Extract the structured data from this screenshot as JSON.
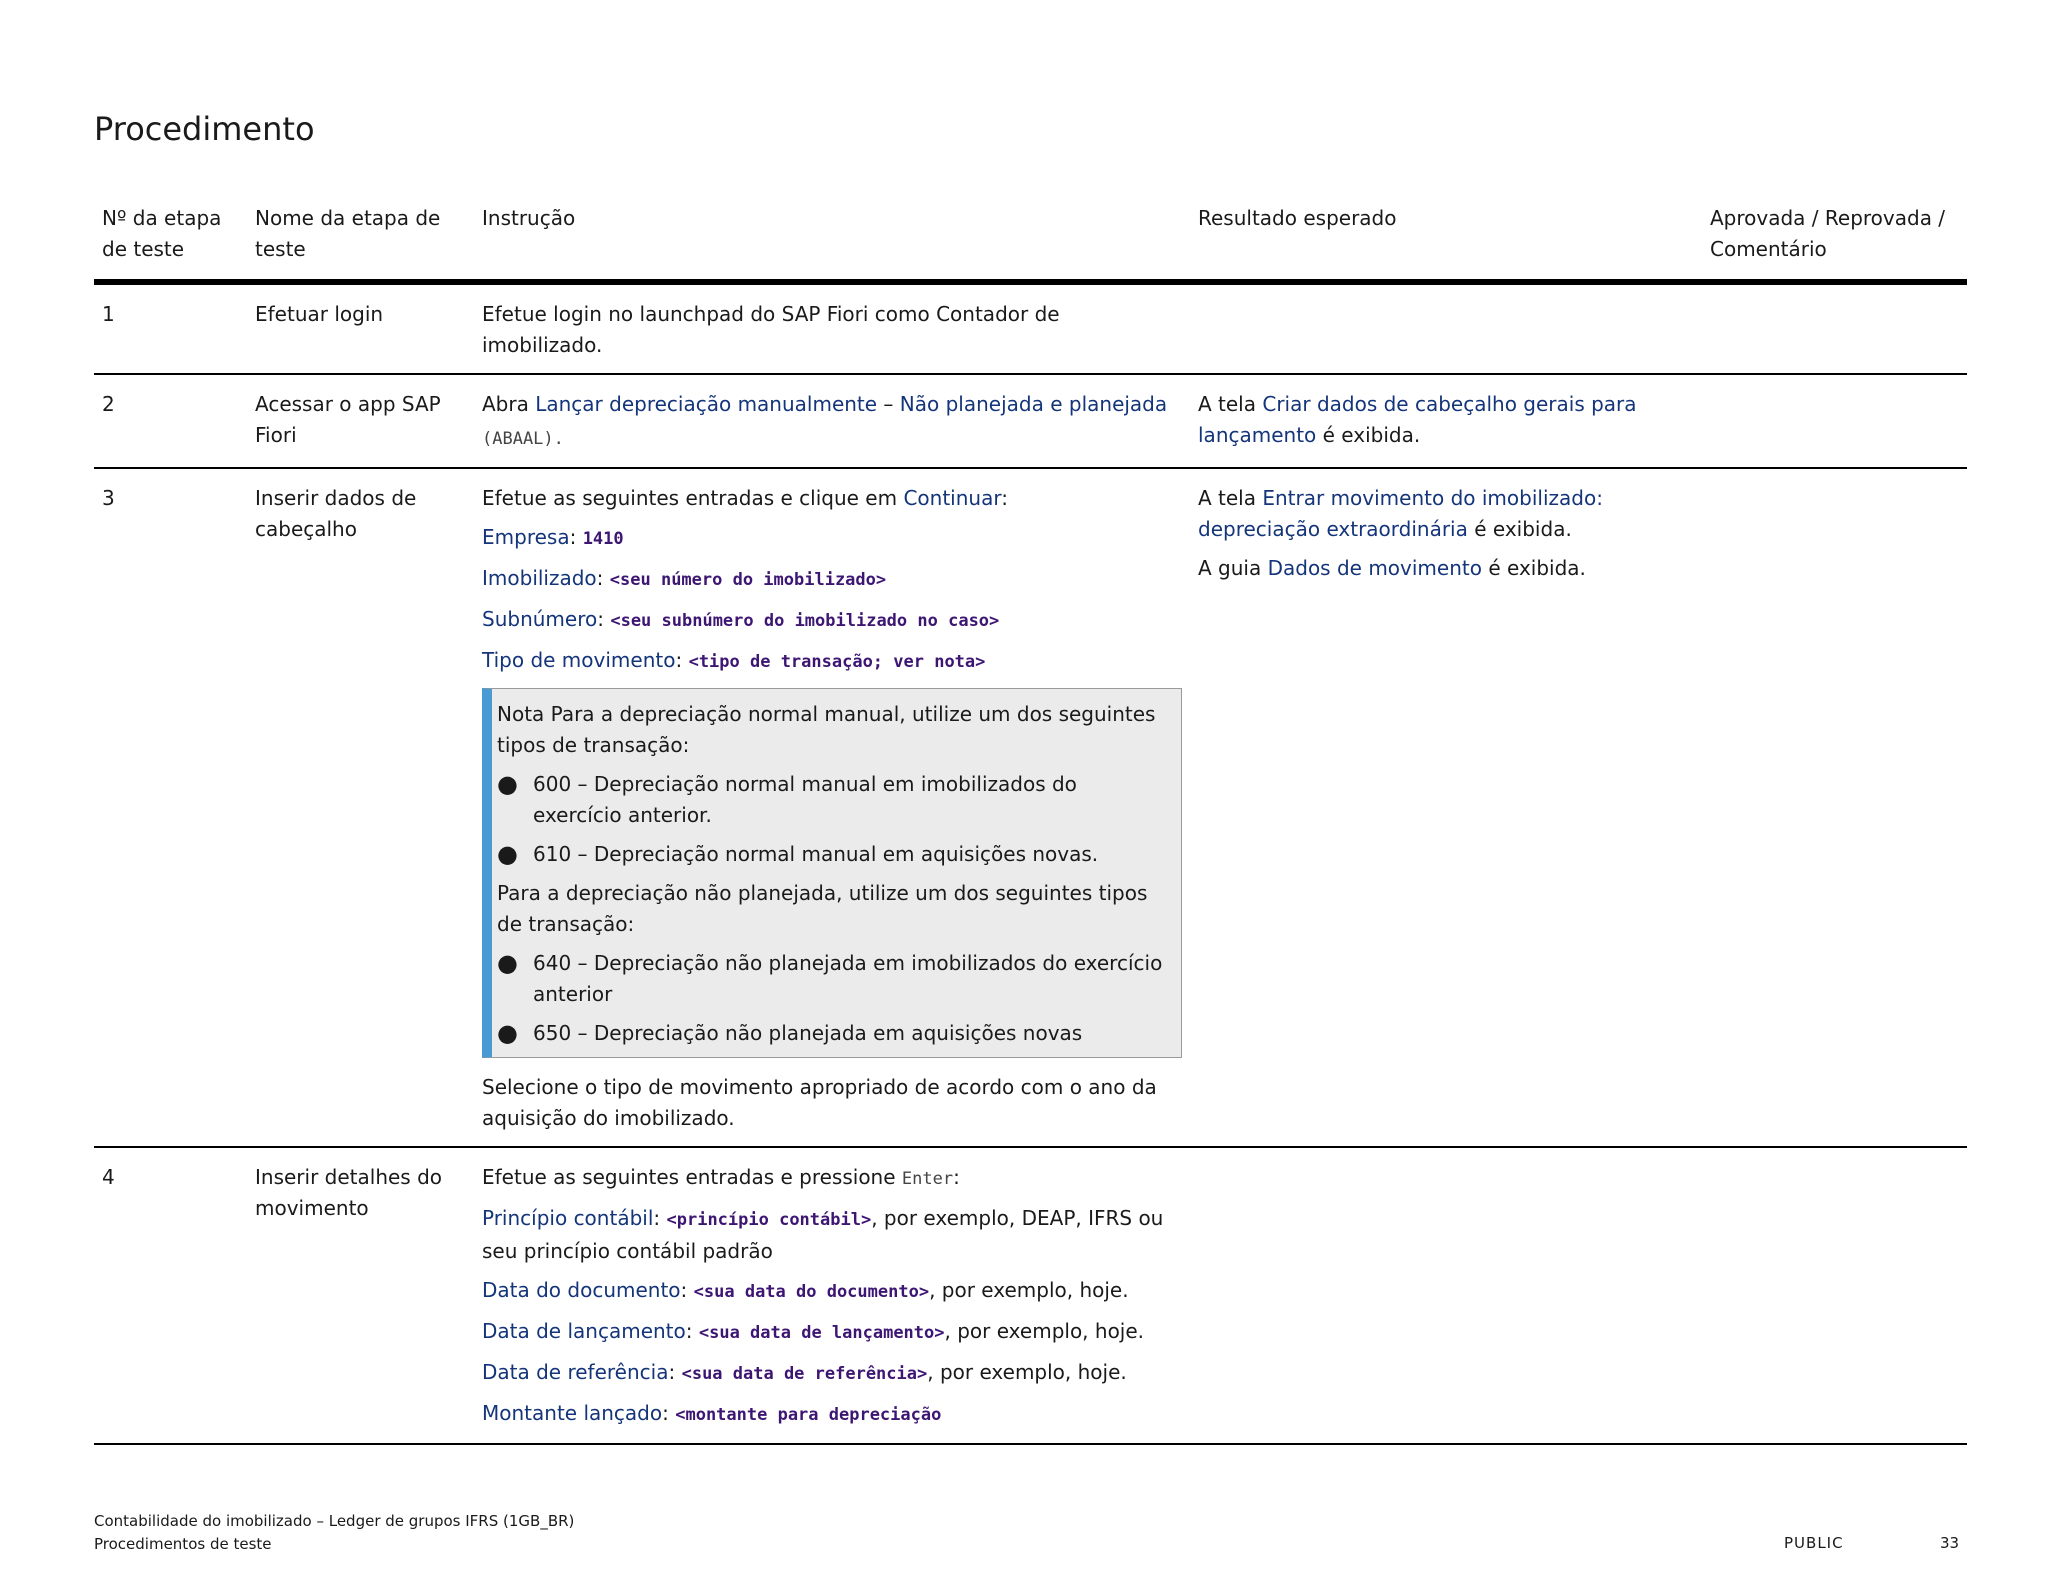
{
  "page": {
    "title": "Procedimento"
  },
  "table": {
    "headers": [
      "Nº da etapa de teste",
      "Nome da etapa de teste",
      "Instrução",
      "Resultado esperado",
      "Aprovada / Reprovada / Comentário"
    ],
    "row1": {
      "num": "1",
      "name": "Efetuar login",
      "instruction": "Efetue login no launchpad do SAP Fiori como Contador de imobilizado."
    },
    "row2": {
      "num": "2",
      "name": "Acessar o app SAP Fiori",
      "instr_prefix": "Abra ",
      "instr_link1": "Lançar depreciação manualmente",
      "instr_sep": " – ",
      "instr_link2": "Não planejada e planejada",
      "instr_code": " (ABAAL)",
      "instr_end": ".",
      "result_prefix": "A tela ",
      "result_link": "Criar dados de cabeçalho gerais para lançamento",
      "result_suffix": " é exibida."
    },
    "row3": {
      "num": "3",
      "name": "Inserir dados de cabeçalho",
      "intro_prefix": "Efetue as seguintes entradas e clique em ",
      "intro_link": "Continuar",
      "intro_suffix": ":",
      "fields": [
        {
          "label": "Empresa",
          "value": "1410"
        },
        {
          "label": "Imobilizado",
          "value": "<seu número do imobilizado>"
        },
        {
          "label": "Subnúmero",
          "value": "<seu subnúmero do imobilizado no caso>"
        },
        {
          "label": "Tipo de movimento",
          "value": "<tipo de transação; ver nota>"
        }
      ],
      "note_intro": "Nota Para a depreciação normal manual, utilize um dos seguintes tipos de transação:",
      "note_bullets1": [
        "600 – Depreciação normal manual em imobilizados do exercício anterior.",
        "610 – Depreciação normal manual em aquisições novas."
      ],
      "note_mid": "Para a depreciação não planejada, utilize um dos seguintes tipos de transação:",
      "note_bullets2": [
        "640 – Depreciação não planejada em imobilizados do exercício anterior",
        "650 – Depreciação não planejada em aquisições novas"
      ],
      "after_note": "Selecione o tipo de movimento apropriado de acordo com o ano da aquisição do imobilizado.",
      "result1_prefix": "A tela ",
      "result1_link": "Entrar movimento do imobilizado: depreciação extraordinária",
      "result1_suffix": " é exibida.",
      "result2_prefix": "A guia ",
      "result2_link": "Dados de movimento",
      "result2_suffix": " é exibida."
    },
    "row4": {
      "num": "4",
      "name": "Inserir detalhes do movimento",
      "intro_prefix": "Efetue as seguintes entradas e pressione ",
      "intro_code": "Enter",
      "intro_suffix": ":",
      "fields": [
        {
          "label": "Princípio contábil",
          "value": "<princípio contábil>",
          "suffix": ", por exemplo, DEAP, IFRS ou seu princípio contábil padrão"
        },
        {
          "label": "Data do documento",
          "value": "<sua data do documento>",
          "suffix": ", por exemplo, hoje."
        },
        {
          "label": "Data de lançamento",
          "value": "<sua data de lançamento>",
          "suffix": ", por exemplo, hoje."
        },
        {
          "label": "Data de referência",
          "value": "<sua data de referência>",
          "suffix": ", por exemplo, hoje."
        },
        {
          "label": "Montante lançado",
          "value": "<montante para depreciação",
          "suffix": ""
        }
      ]
    }
  },
  "footer": {
    "line1": "Contabilidade do imobilizado – Ledger de grupos IFRS (1GB_BR)",
    "line2": "Procedimentos de teste",
    "classification": "PUBLIC",
    "page_number": "33"
  },
  "colors": {
    "link": "#15357a",
    "value": "#3d1673",
    "note_accent": "#4a9ad4",
    "note_bg": "#ebebeb"
  }
}
